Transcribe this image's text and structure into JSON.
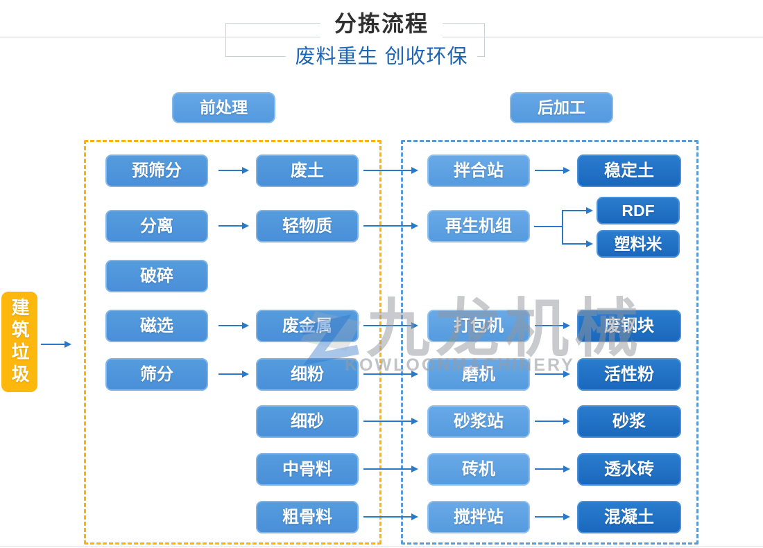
{
  "header": {
    "title": "分拣流程",
    "subtitle": "废料重生 创收环保"
  },
  "stages": {
    "pre_label": "前处理",
    "post_label": "后加工"
  },
  "source_label": "建筑垃圾",
  "pre": {
    "stage1": [
      "预筛分",
      "分离",
      "破碎",
      "磁选",
      "筛分"
    ],
    "stage2": [
      "废土",
      "轻物质",
      "废金属",
      "细粉",
      "细砂",
      "中骨料",
      "粗骨料"
    ]
  },
  "post": {
    "machines": [
      "拌合站",
      "再生机组",
      "打包机",
      "磨机",
      "砂浆站",
      "砖机",
      "搅拌站"
    ],
    "products": [
      "稳定土",
      "RDF",
      "塑料米",
      "废钢块",
      "活性粉",
      "砂浆",
      "透水砖",
      "混凝土"
    ]
  },
  "edges": [
    [
      "建筑垃圾",
      "前处理"
    ],
    [
      "预筛分",
      "废土"
    ],
    [
      "废土",
      "拌合站"
    ],
    [
      "拌合站",
      "稳定土"
    ],
    [
      "分离",
      "轻物质"
    ],
    [
      "轻物质",
      "再生机组"
    ],
    [
      "再生机组",
      "RDF"
    ],
    [
      "再生机组",
      "塑料米"
    ],
    [
      "磁选",
      "废金属"
    ],
    [
      "废金属",
      "打包机"
    ],
    [
      "打包机",
      "废钢块"
    ],
    [
      "筛分",
      "细粉"
    ],
    [
      "细粉",
      "磨机"
    ],
    [
      "磨机",
      "活性粉"
    ],
    [
      "细砂",
      "砂浆站"
    ],
    [
      "砂浆站",
      "砂浆"
    ],
    [
      "中骨料",
      "砖机"
    ],
    [
      "砖机",
      "透水砖"
    ],
    [
      "粗骨料",
      "搅拌站"
    ],
    [
      "搅拌站",
      "混凝土"
    ]
  ],
  "watermark": {
    "name_cn": "九龙机械",
    "name_en": "KOWLOONMACHINERY"
  },
  "colors": {
    "box_mid_blue": "#4a90d9",
    "box_light_blue": "#5b9de2",
    "box_dark_blue": "#1d6ec5",
    "source_yellow": "#fdb70d",
    "dashed_orange": "#ffb204",
    "dashed_blue": "#5b9bd5",
    "arrow_blue": "#2878cc",
    "subtitle_blue": "#1d65b5",
    "title_dark": "#2f2f2f"
  }
}
